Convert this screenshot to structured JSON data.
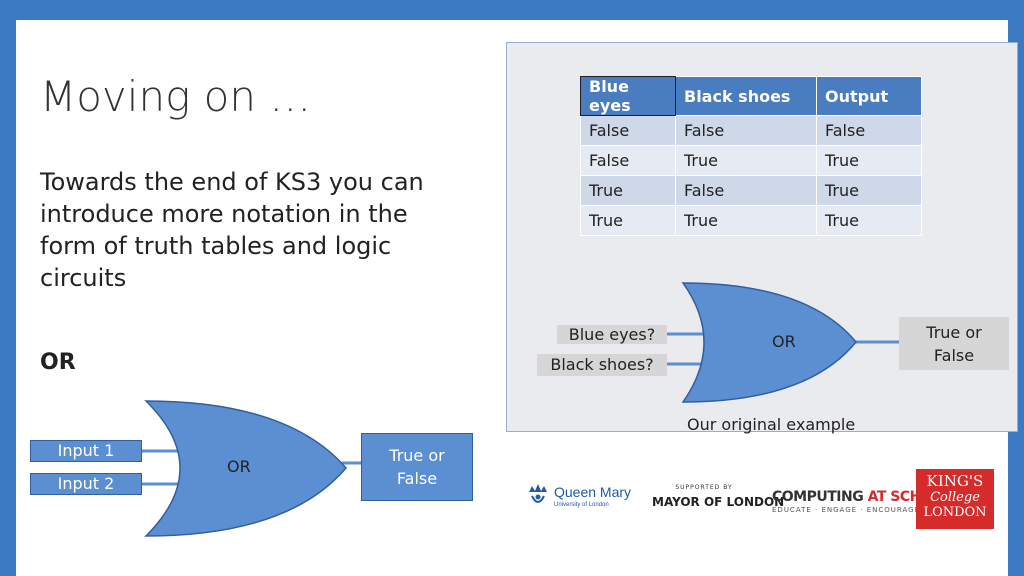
{
  "slide": {
    "title": "Moving on …",
    "body": "Towards the end of KS3 you can introduce more notation in the form of truth tables and logic circuits",
    "or_heading": "OR"
  },
  "truth_table": {
    "headers": [
      "Blue eyes",
      "Black shoes",
      "Output"
    ],
    "rows": [
      [
        "False",
        "False",
        "False"
      ],
      [
        "False",
        "True",
        "True"
      ],
      [
        "True",
        "False",
        "True"
      ],
      [
        "True",
        "True",
        "True"
      ]
    ]
  },
  "example_gate": {
    "input1": "Blue eyes?",
    "input2": "Black shoes?",
    "gate": "OR",
    "output_line1": "True or",
    "output_line2": "False",
    "caption": "Our original example"
  },
  "main_gate": {
    "input1": "Input 1",
    "input2": "Input 2",
    "gate": "OR",
    "output_line1": "True or",
    "output_line2": "False"
  },
  "logos": {
    "qm_name": "Queen Mary",
    "qm_sub": "University of London",
    "mol_small": "SUPPORTED BY",
    "mol_big": "MAYOR OF LONDON",
    "cas_big_a": "COMPUTING ",
    "cas_big_b": "AT SCHOOL",
    "cas_small": "EDUCATE · ENGAGE · ENCOURAGE",
    "kcl_line1": "KING'S",
    "kcl_line2": "College",
    "kcl_line3": "LONDON"
  },
  "colors": {
    "frame": "#3a7ac3",
    "table_header": "#4a7cc0",
    "gate_fill": "#5b8fd1",
    "kcl_red": "#d52b2b",
    "cas_red": "#d52b2b"
  }
}
